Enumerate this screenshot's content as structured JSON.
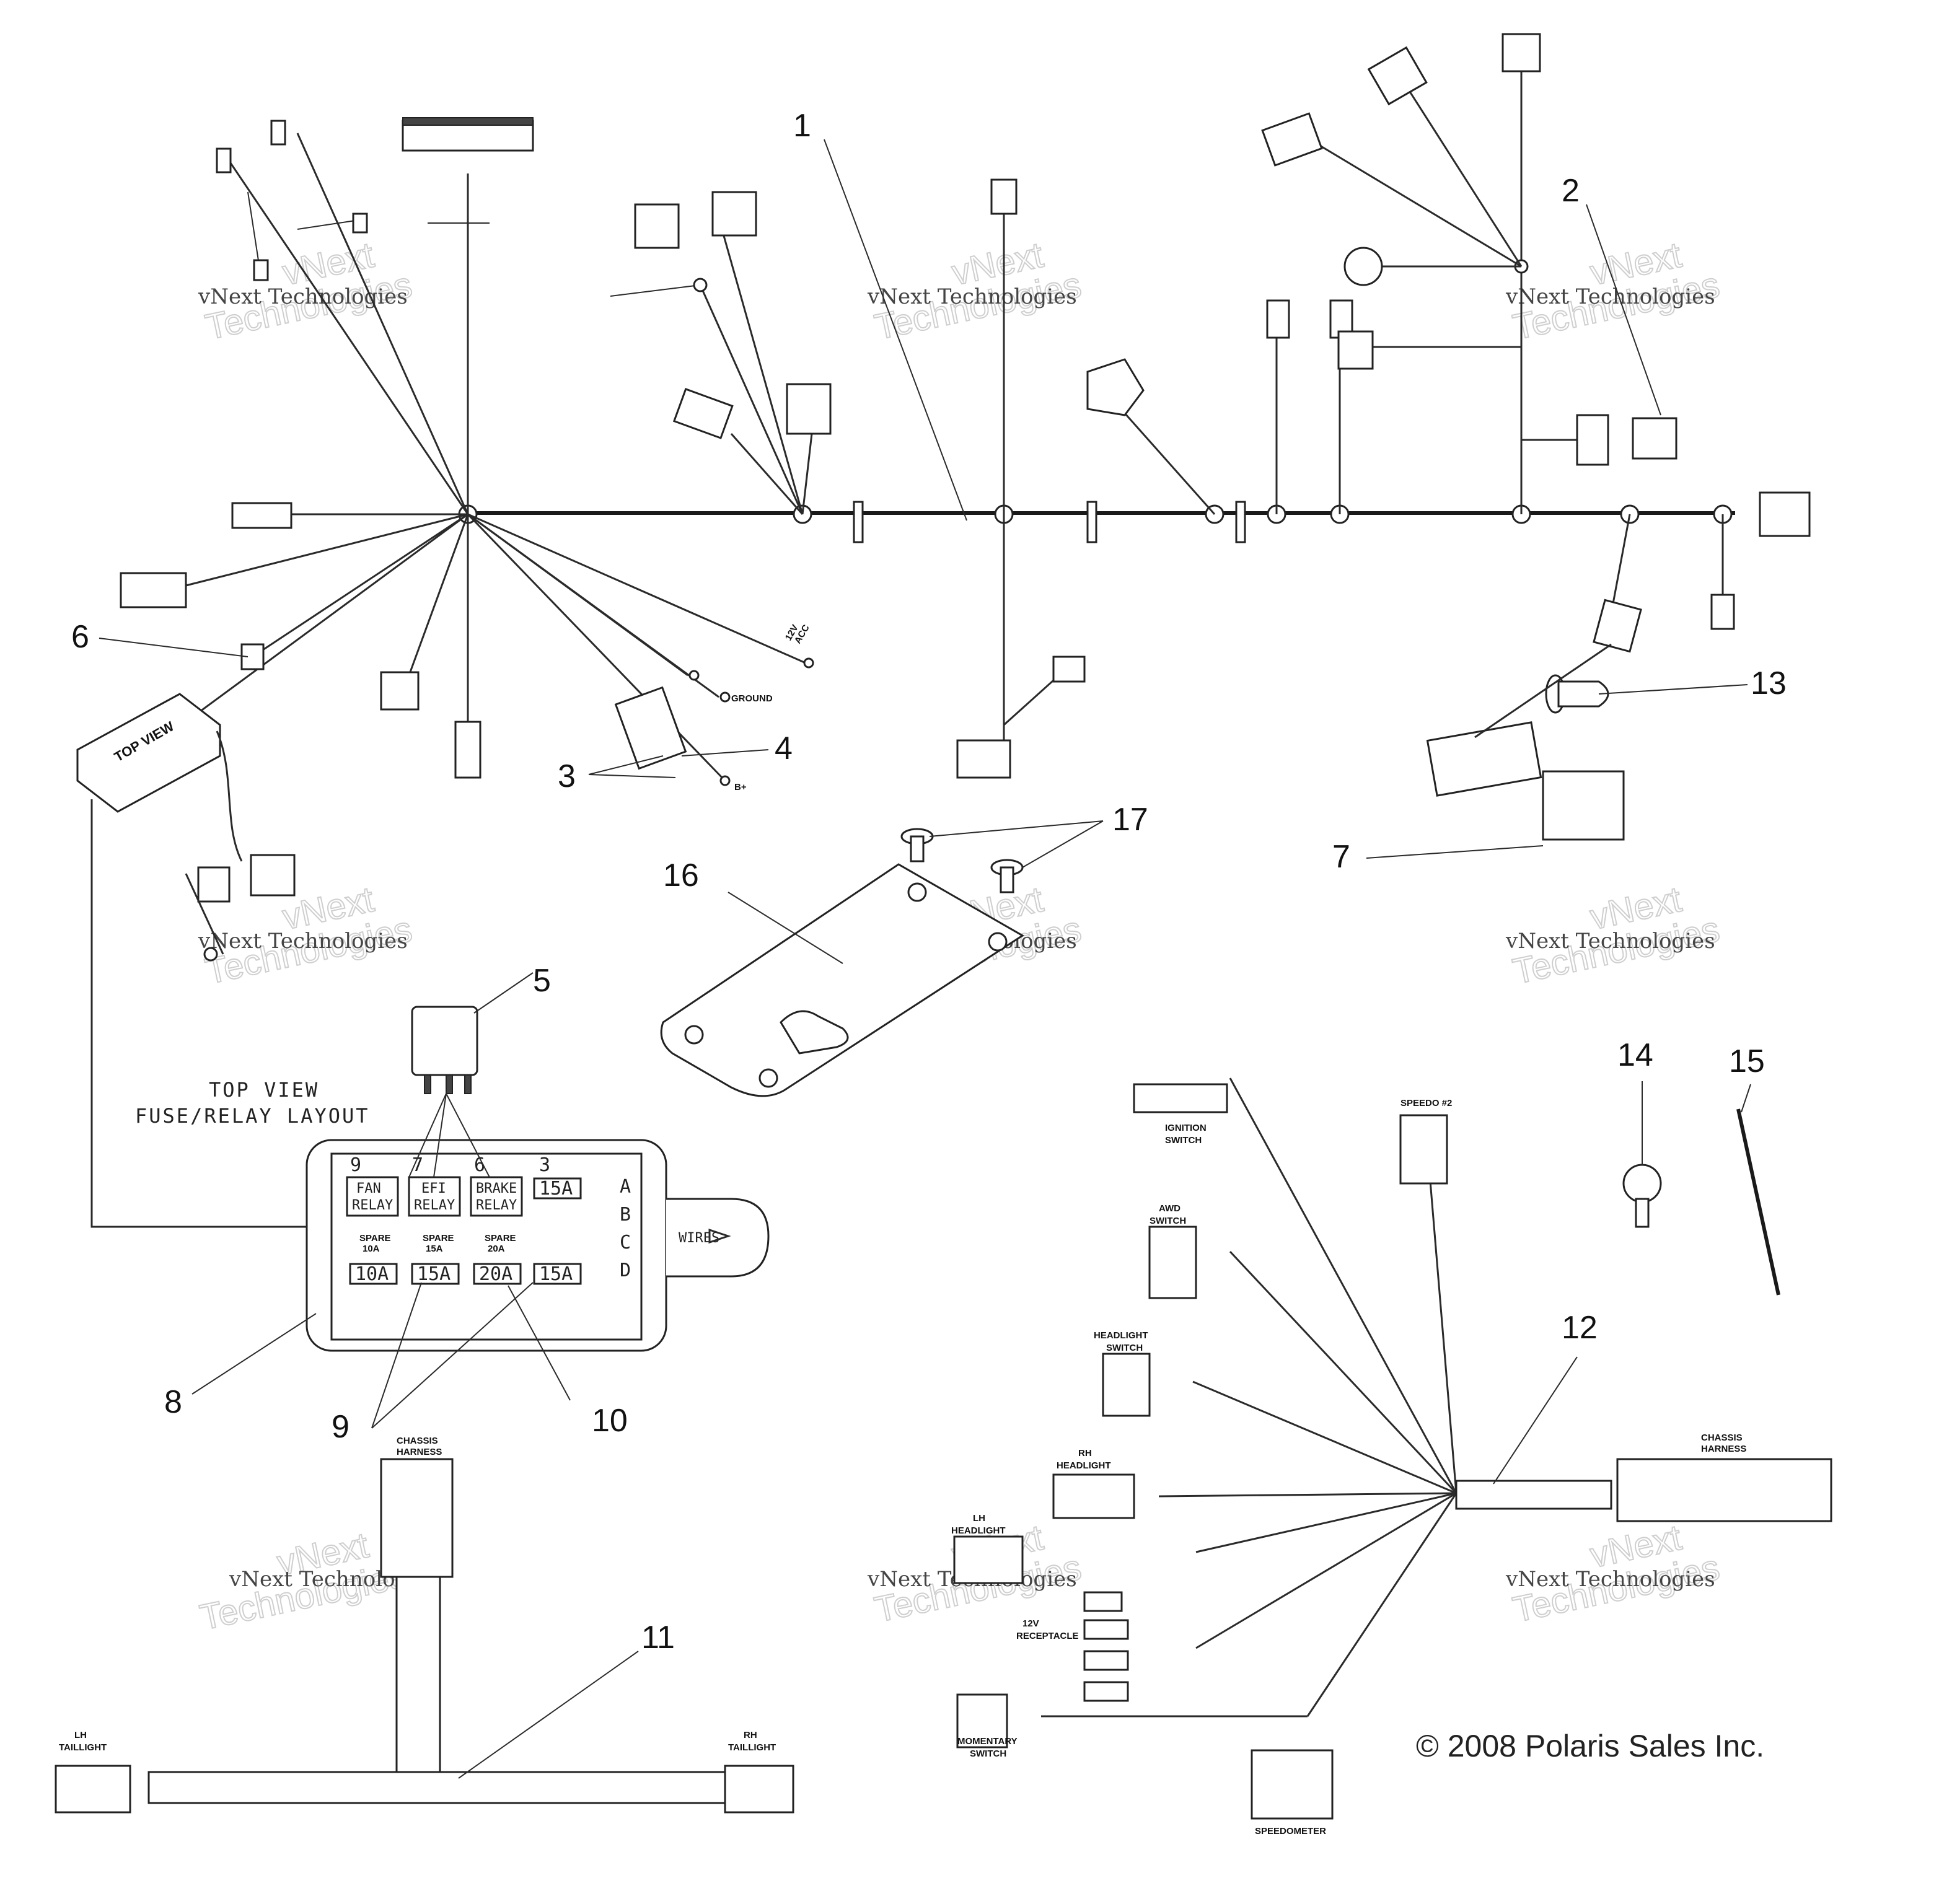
{
  "callouts": [
    "1",
    "2",
    "3",
    "4",
    "5",
    "6",
    "7",
    "8",
    "9",
    "10",
    "11",
    "12",
    "13",
    "14",
    "15",
    "16",
    "17"
  ],
  "fuse_box": {
    "caption_line1": "TOP VIEW",
    "caption_line2": "FUSE/RELAY LAYOUT",
    "module_label": "TOP VIEW",
    "col_numbers": [
      "9",
      "7",
      "6",
      "3"
    ],
    "row_letters": [
      "A",
      "B",
      "C",
      "D"
    ],
    "relays": [
      "FAN\nRELAY",
      "EFI\nRELAY",
      "BRAKE\nRELAY"
    ],
    "relay_line1": [
      "FAN",
      "EFI",
      "BRAKE"
    ],
    "relay_line2": [
      "RELAY",
      "RELAY",
      "RELAY"
    ],
    "top_fuse": "15A",
    "spares": [
      "SPARE\n10A",
      "SPARE\n15A",
      "SPARE\n20A"
    ],
    "spare_line1": [
      "SPARE",
      "SPARE",
      "SPARE"
    ],
    "spare_line2": [
      "10A",
      "15A",
      "20A"
    ],
    "bottom_fuses": [
      "10A",
      "15A",
      "20A",
      "15A"
    ],
    "tab_label": "WIRES"
  },
  "connector_labels": {
    "ignition_switch": [
      "IGNITION",
      "SWITCH"
    ],
    "awd_switch": [
      "AWD",
      "SWITCH"
    ],
    "headlight_switch": [
      "HEADLIGHT",
      "SWITCH"
    ],
    "rh_headlight": [
      "RH",
      "HEADLIGHT"
    ],
    "lh_headlight": [
      "LH",
      "HEADLIGHT"
    ],
    "receptacle_12v": [
      "12V",
      "RECEPTACLE"
    ],
    "momentary_switch": [
      "MOMENTARY",
      "SWITCH"
    ],
    "speedometer": "SPEEDOMETER",
    "speedo_2": "SPEEDO #2",
    "chassis_harness": [
      "CHASSIS",
      "HARNESS"
    ],
    "lh_taillight": [
      "LH",
      "TAILLIGHT"
    ],
    "rh_taillight": [
      "RH",
      "TAILLIGHT"
    ],
    "wire_12v_acc": [
      "12V",
      "ACC"
    ],
    "ground": "GROUND",
    "b_plus": "B+"
  },
  "watermark": {
    "line1": "vNext Technologies",
    "line2": "Technologies",
    "line3": "vNext"
  },
  "copyright": "© 2008 Polaris Sales Inc."
}
